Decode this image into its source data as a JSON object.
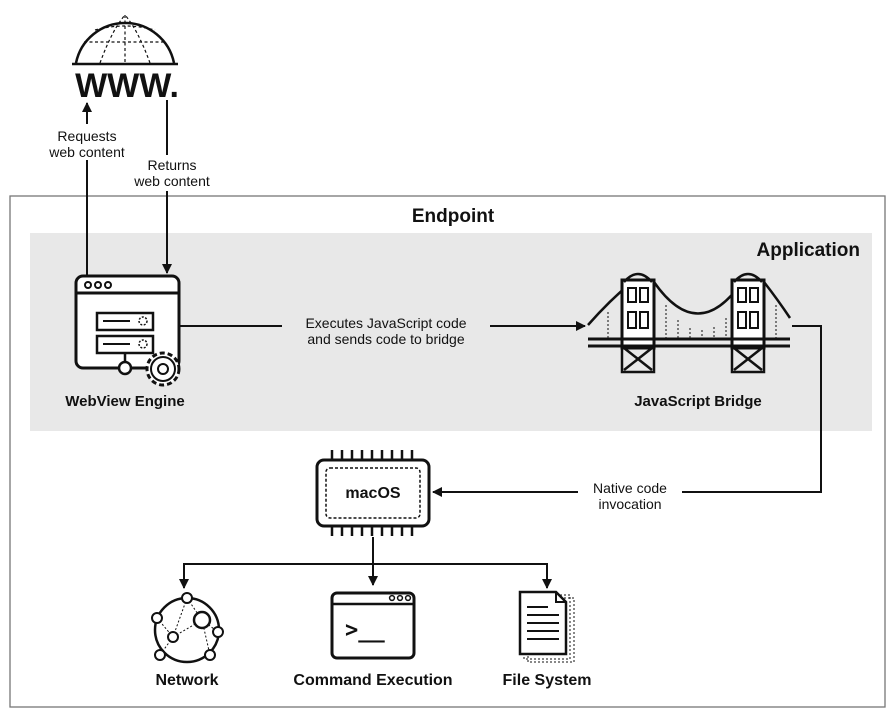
{
  "www": {
    "label": "WWW."
  },
  "edges": {
    "requests_line1": "Requests",
    "requests_line2": "web content",
    "returns_line1": "Returns",
    "returns_line2": "web content",
    "executes_line1": "Executes JavaScript code",
    "executes_line2": "and sends code to bridge",
    "native_line1": "Native code",
    "native_line2": "invocation"
  },
  "endpoint": {
    "title": "Endpoint"
  },
  "application": {
    "title": "Application"
  },
  "webview": {
    "label": "WebView Engine"
  },
  "bridge": {
    "label": "JavaScript Bridge"
  },
  "macos": {
    "label": "macOS"
  },
  "terminal": {
    "prompt": ">__"
  },
  "network": {
    "label": "Network"
  },
  "command": {
    "label": "Command Execution"
  },
  "filesystem": {
    "label": "File System"
  }
}
